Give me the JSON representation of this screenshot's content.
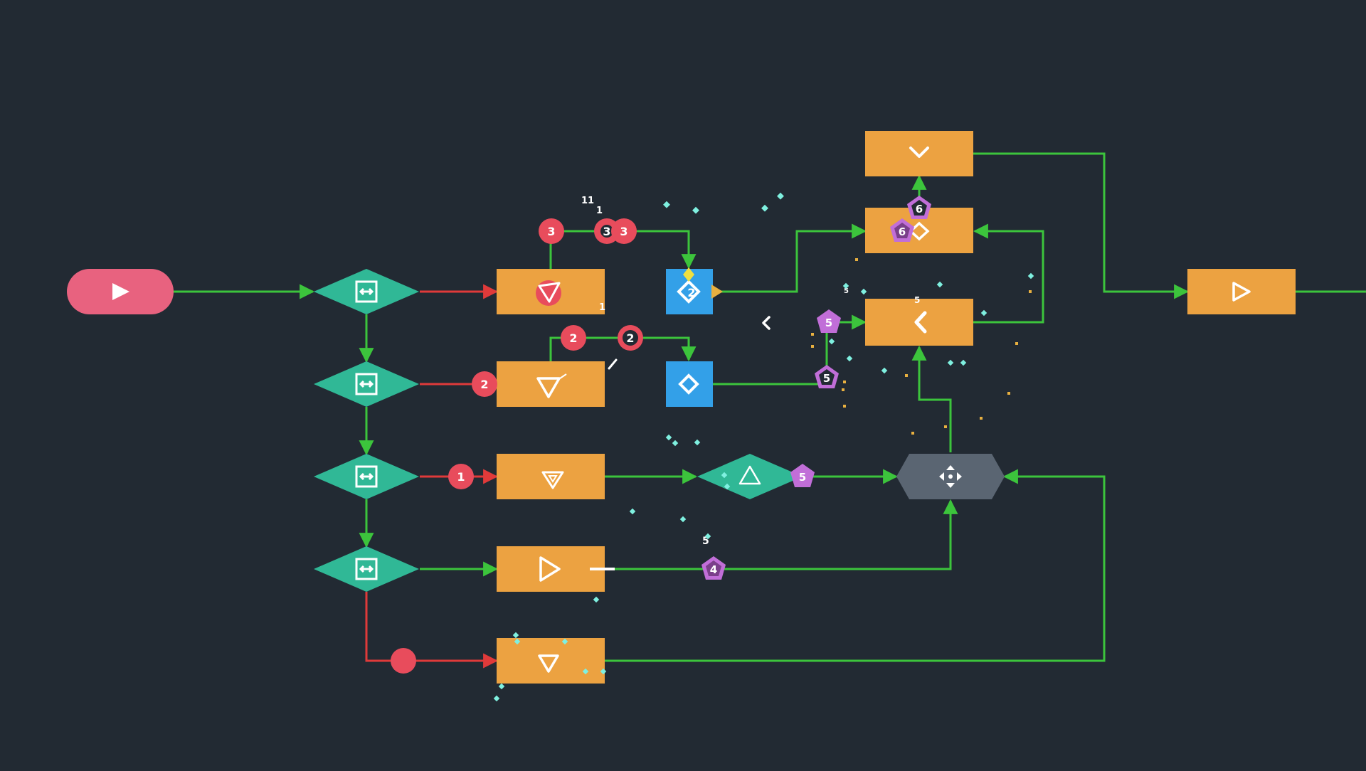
{
  "colors": {
    "background": "#222a33",
    "start": "#e8627f",
    "node": "#eca241",
    "splitter": "#30b896",
    "blue": "#33a0e8",
    "merger": "#5a6572",
    "wire_ok": "#3cc43c",
    "wire_bad": "#e03a3a",
    "token_red": "#e84c5c",
    "token_purple": "#c16ed8",
    "spark_cyan": "#7ff0e0",
    "spark_gold": "#e8b040"
  },
  "tokens": {
    "t3a": "3",
    "t3b": "3",
    "t3c": "3",
    "t2a": "2",
    "t2b": "2",
    "t2c": "2",
    "t2d": "2",
    "t1": "1",
    "p6a": "6",
    "p6b": "6",
    "p5a": "5",
    "p5b": "5",
    "p5c": "5",
    "p4": "4"
  },
  "floating": {
    "f11": "11",
    "f1a": "1",
    "f1b": "1",
    "f5a": "5",
    "f5b": "5",
    "f5c": "5"
  },
  "icons": {
    "start": "play-icon",
    "splitter": "split-arrows-icon",
    "funnel": "triangle-down-icon",
    "output": "play-outline-icon",
    "chevron_down": "chevron-down-icon",
    "chevron_left": "chevron-left-icon",
    "diamond": "diamond-outline-icon",
    "warning": "warning-triangle-icon",
    "merger": "move-arrows-icon"
  }
}
